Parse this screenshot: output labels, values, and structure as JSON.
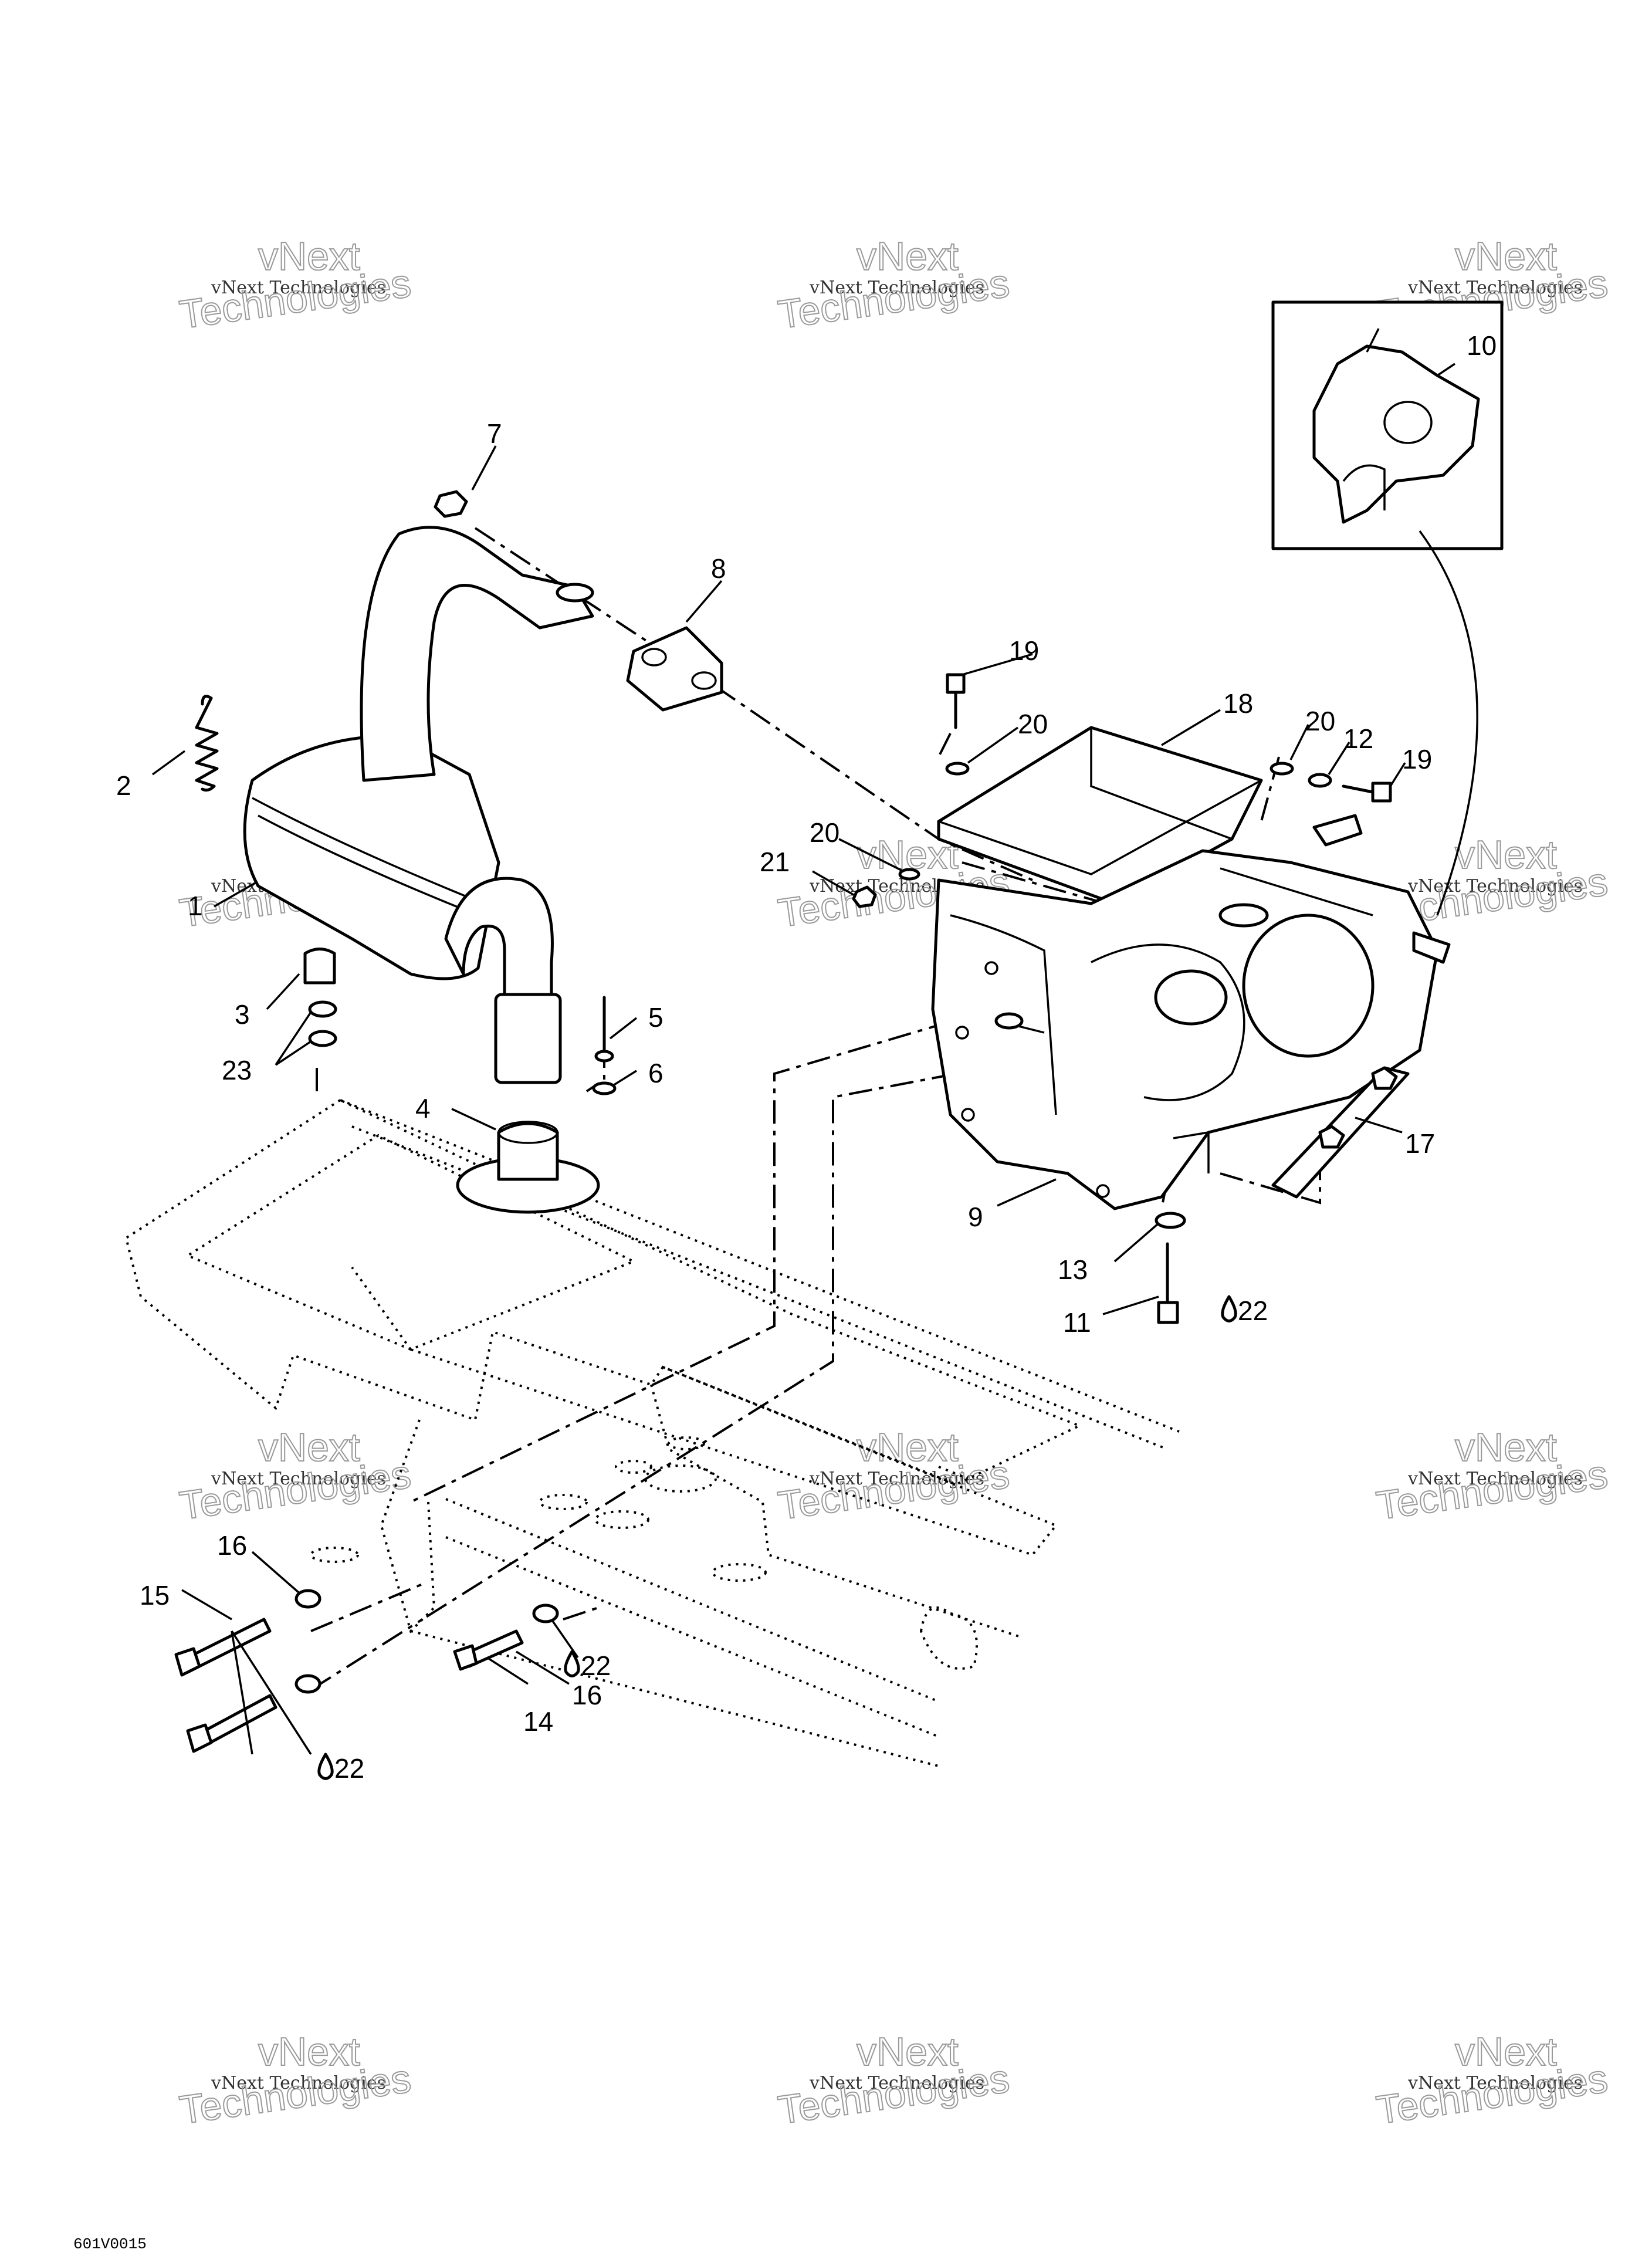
{
  "callouts": {
    "c1": "1",
    "c2": "2",
    "c3": "3",
    "c4": "4",
    "c5": "5",
    "c6": "6",
    "c7": "7",
    "c8": "8",
    "c9": "9",
    "c10": "10",
    "c11": "11",
    "c12": "12",
    "c13": "13",
    "c14": "14",
    "c15": "15",
    "c16a": "16",
    "c16b": "16",
    "c17": "17",
    "c18": "18",
    "c19a": "19",
    "c19b": "19",
    "c20a": "20",
    "c20b": "20",
    "c20c": "20",
    "c21": "21",
    "c22a": "22",
    "c22b": "22",
    "c22c": "22",
    "c23": "23"
  },
  "watermark": {
    "line1": "vNext Technologies",
    "line2": "Technologies",
    "line3": "vNext"
  },
  "footer_code": "601V0015"
}
